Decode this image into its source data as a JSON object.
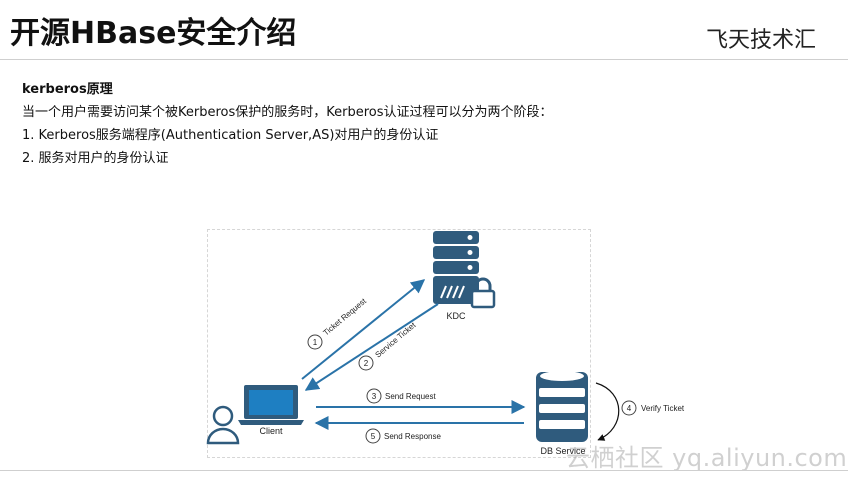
{
  "header": {
    "title": "开源HBase安全介绍",
    "brand": "飞天技术汇"
  },
  "content": {
    "heading": "kerberos原理",
    "intro": "当一个用户需要访问某个被Kerberos保护的服务时，Kerberos认证过程可以分为两个阶段：",
    "steps": [
      "1.  Kerberos服务端程序(Authentication Server,AS)对用户的身份认证",
      "2.  服务对用户的身份认证"
    ]
  },
  "diagram": {
    "nodes": {
      "kdc": "KDC",
      "client": "Client",
      "db": "DB Service"
    },
    "steps": [
      {
        "num": "1",
        "label": "Ticket Request"
      },
      {
        "num": "2",
        "label": "Service Ticket"
      },
      {
        "num": "3",
        "label": "Send Request"
      },
      {
        "num": "4",
        "label": "Verify Ticket"
      },
      {
        "num": "5",
        "label": "Send Response"
      }
    ],
    "colors": {
      "arrow": "#2a73a8",
      "server": "#2f5b7d",
      "person": "#2f5b7d",
      "laptop": "#2f5b7d"
    }
  },
  "watermark": "云栖社区 yq.aliyun.com"
}
